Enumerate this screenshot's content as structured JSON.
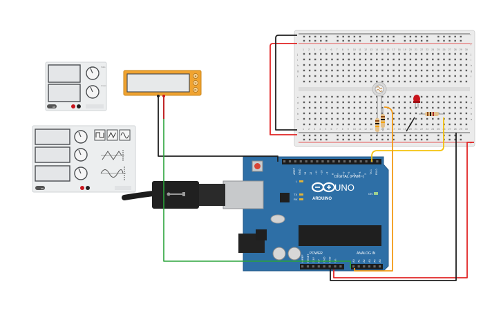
{
  "arduino": {
    "brand": "ARDUINO",
    "model": "UNO",
    "digital_label": "DIGITAL (PWM~)",
    "power_label": "POWER",
    "analog_label": "ANALOG IN",
    "on_label": "ON",
    "aref_label": "AREF",
    "gnd_label": "GND",
    "tx_label": "TX",
    "rx_label": "RX",
    "l_label": "L",
    "txpin_label": "TX 1",
    "rxpin_label": "RX 0",
    "digital_pins": [
      "13",
      "12",
      "~11",
      "~10",
      "~9",
      "8",
      "7",
      "~6",
      "~5",
      "4",
      "~3",
      "2"
    ],
    "power_pins": [
      "IOREF",
      "RESET",
      "3.3V",
      "5V",
      "GND",
      "GND",
      "Vin"
    ],
    "analog_pins": [
      "A0",
      "A1",
      "A2",
      "A3",
      "A4",
      "A5"
    ],
    "board_color": "#2e6fa6"
  },
  "breadboard": {
    "col_numbers": [
      "1",
      "2",
      "3",
      "4",
      "5",
      "6",
      "7",
      "8",
      "9",
      "10",
      "11",
      "12",
      "13",
      "14",
      "15",
      "16",
      "17",
      "18",
      "19",
      "20",
      "21",
      "22",
      "23",
      "24",
      "25",
      "26",
      "27",
      "28",
      "29",
      "30"
    ],
    "row_letters_top": [
      "j",
      "i",
      "h",
      "g",
      "f"
    ],
    "row_letters_bottom": [
      "e",
      "d",
      "c",
      "b",
      "a"
    ],
    "plus": "+",
    "minus": "-"
  },
  "multimeter": {
    "buttons": [
      "A",
      "V",
      "Ω"
    ],
    "accent": "#f0a330"
  },
  "power_supply": {
    "knob_labels": [
      "Volts",
      "Amps"
    ],
    "on_label": "on"
  },
  "function_generator": {
    "waveforms": [
      "square",
      "triangle",
      "sine"
    ],
    "on_label": "on"
  },
  "colors": {
    "wire_red": "#e12424",
    "wire_black": "#1e1e1e",
    "wire_green": "#2aa33a",
    "wire_yellow": "#f4c20d",
    "wire_orange": "#f29a16",
    "led_red": "#c8141c"
  }
}
